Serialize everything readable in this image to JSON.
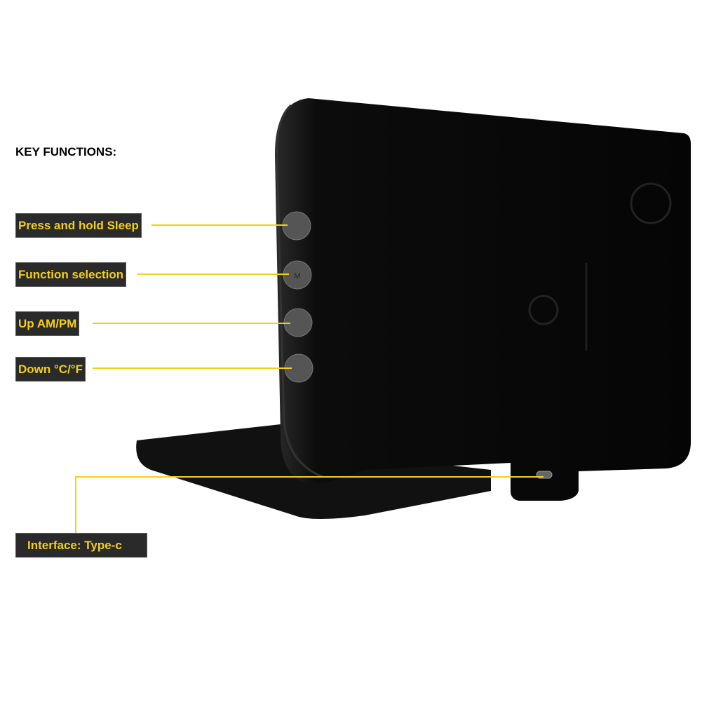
{
  "title": "KEY FUNCTIONS:",
  "labels": {
    "sleep": "Press and hold Sleep",
    "function": "Function selection",
    "up": "Up AM/PM",
    "down": "Down °C/°F",
    "interface": "Interface: Type-c"
  },
  "button_glyphs": {
    "function": "M"
  },
  "colors": {
    "label_text": "#f2cf1a",
    "label_bg": "#2a2a2a",
    "device": "#0b0b0b"
  }
}
